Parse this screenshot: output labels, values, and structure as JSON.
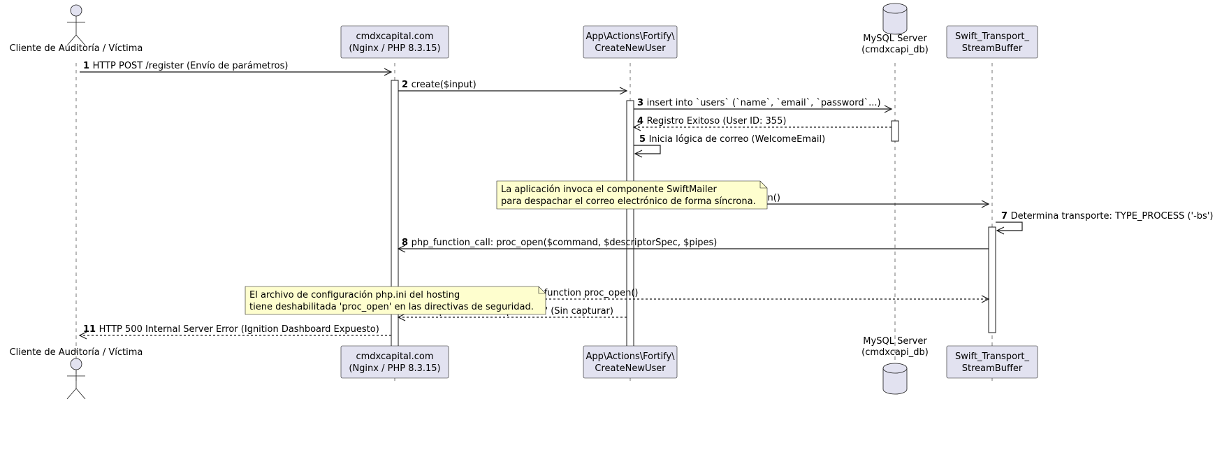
{
  "participants": [
    {
      "id": "client",
      "kind": "actor",
      "label": [
        "Cliente de Auditoría / Víctima"
      ]
    },
    {
      "id": "server",
      "kind": "participant",
      "label": [
        "cmdxcapital.com",
        "(Nginx / PHP 8.3.15)"
      ]
    },
    {
      "id": "action",
      "kind": "participant",
      "label": [
        "App\\Actions\\Fortify\\",
        "CreateNewUser"
      ]
    },
    {
      "id": "db",
      "kind": "database",
      "label": [
        "MySQL Server",
        "(cmdxcapi_db)"
      ]
    },
    {
      "id": "swift",
      "kind": "participant",
      "label": [
        "Swift_Transport_",
        "StreamBuffer"
      ]
    }
  ],
  "messages": [
    {
      "seq": "1",
      "from": "client",
      "to": "server",
      "text": "HTTP POST /register (Envío de parámetros)",
      "style": "solid"
    },
    {
      "seq": "2",
      "from": "server",
      "to": "action",
      "text": "create($input)",
      "style": "solid"
    },
    {
      "seq": "3",
      "from": "action",
      "to": "db",
      "text": "insert into `users` (`name`, `email`, `password`...)",
      "style": "solid"
    },
    {
      "seq": "4",
      "from": "db",
      "to": "action",
      "text": "Registro Exitoso (User ID: 355)",
      "style": "dashed"
    },
    {
      "seq": "5",
      "from": "action",
      "to": "action",
      "text": "Inicia lógica de correo (WelcomeEmail)",
      "style": "solid"
    },
    {
      "seq": "6",
      "from": "action",
      "to": "swift",
      "text": "establishProcessConnection()",
      "style": "solid"
    },
    {
      "seq": "7",
      "from": "swift",
      "to": "swift",
      "text": "Determina transporte: TYPE_PROCESS ('-bs')",
      "style": "solid"
    },
    {
      "seq": "8",
      "from": "swift",
      "to": "server",
      "text": "php_function_call: proc_open($command, $descriptorSpec, $pipes)",
      "style": "solid"
    },
    {
      "seq": "9",
      "from": "server",
      "to": "swift",
      "text": "Fatal Error: Call to undefined function proc_open()",
      "style": "dashed"
    },
    {
      "seq": "10",
      "from": "action",
      "to": "server",
      "text": "Excepción Crítica Tipo 'Error' (Sin capturar)",
      "style": "dashed"
    },
    {
      "seq": "11",
      "from": "server",
      "to": "client",
      "text": "HTTP 500 Internal Server Error (Ignition Dashboard Expuesto)",
      "style": "dashed"
    }
  ],
  "notes": [
    {
      "over": "action",
      "lines": [
        "La aplicación invoca el componente SwiftMailer",
        "para despachar el correo electrónico de forma síncrona."
      ]
    },
    {
      "over": "server",
      "lines": [
        "El archivo de configuración php.ini del hosting",
        "tiene deshabilitada 'proc_open' en las directivas de seguridad."
      ]
    }
  ]
}
